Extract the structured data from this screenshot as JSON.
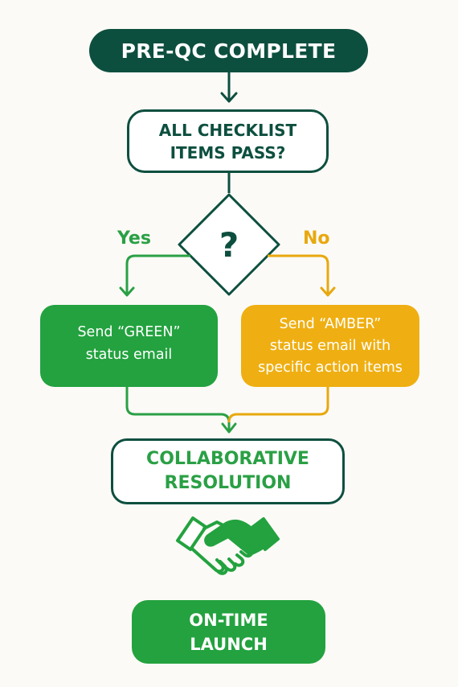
{
  "diagram": {
    "start": {
      "text": "PRE-QC COMPLETE"
    },
    "decision_box": {
      "line1": "ALL CHECKLIST",
      "line2": "ITEMS PASS?"
    },
    "decision_symbol": "?",
    "branch_yes": {
      "label": "Yes",
      "line1": "Send “GREEN”",
      "line2": "status email"
    },
    "branch_no": {
      "label": "No",
      "line1": "Send “AMBER”",
      "line2": "status email with",
      "line3": "specific action items"
    },
    "merge": {
      "line1": "COLLABORATIVE",
      "line2": "RESOLUTION"
    },
    "handshake_icon": "handshake-icon",
    "end": {
      "line1": "ON-TIME",
      "line2": "LAUNCH"
    }
  },
  "colors": {
    "dark_green": "#0d4f3f",
    "green": "#23a23f",
    "amber": "#efaf12",
    "background": "#fbfaf6"
  }
}
